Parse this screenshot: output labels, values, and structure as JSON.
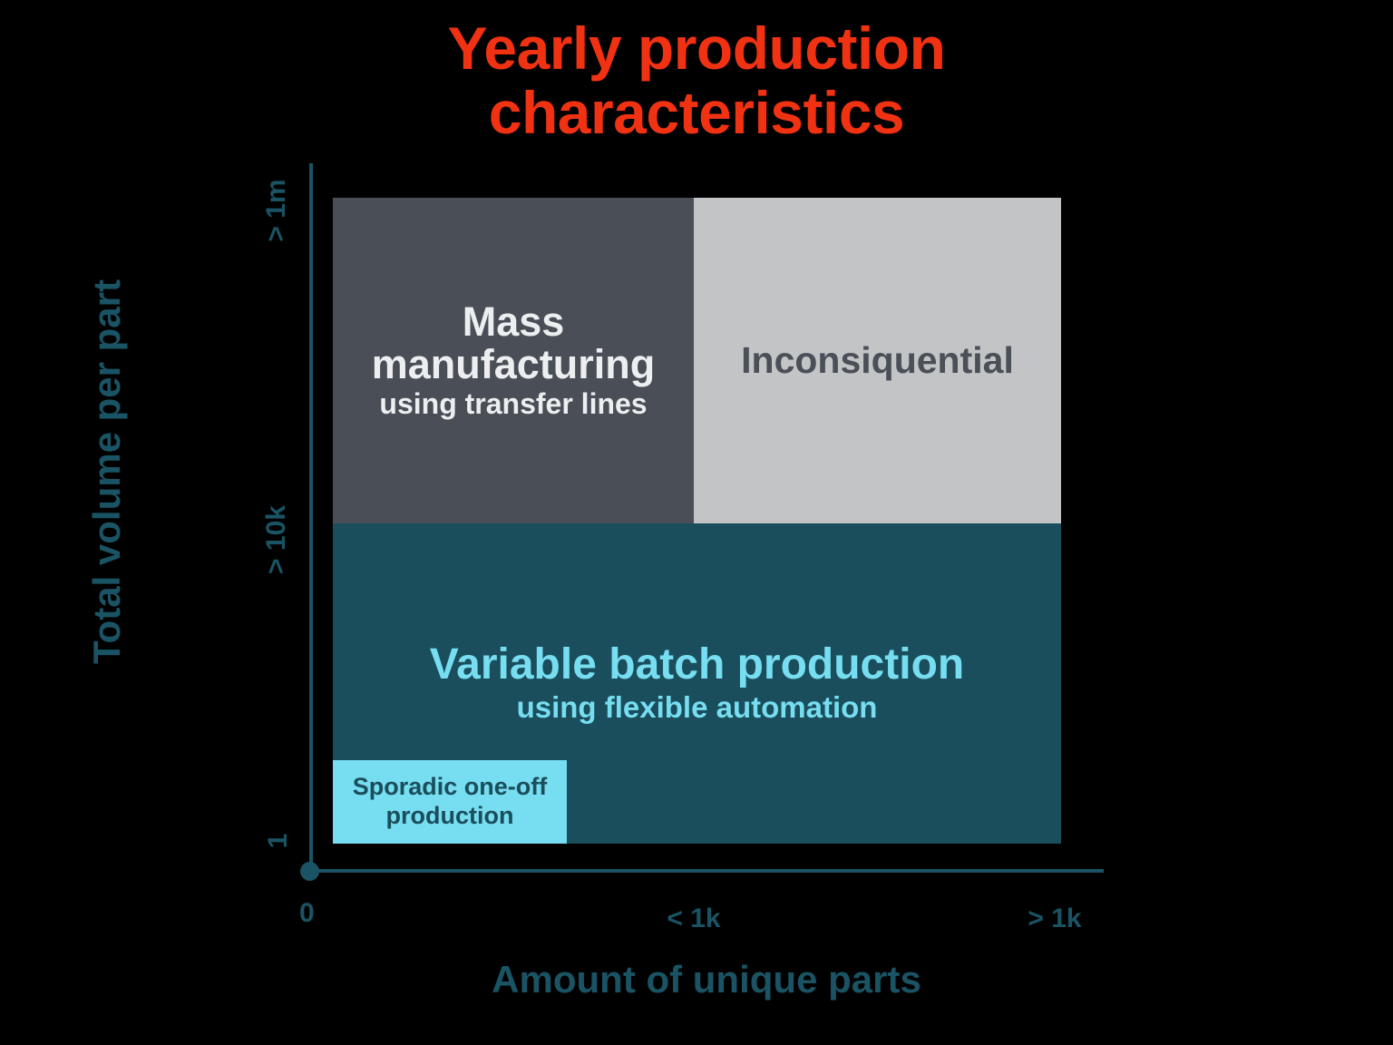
{
  "chart_data": {
    "type": "table",
    "title": "Yearly production\ncharacteristics",
    "title_color": "#F03213",
    "xlabel": "Amount of unique parts",
    "ylabel": "Total volume per part",
    "grid": false,
    "legend": "none",
    "x_ticks": [
      "0",
      "< 1k",
      "> 1k"
    ],
    "y_ticks": [
      "> 1m",
      "> 10k",
      "1"
    ],
    "axis_color": "#1A5464",
    "background": "#000000",
    "description": "Two-by-two quadrant matrix of production strategies plotted against yearly volume per part (y) and number of unique parts (x).",
    "regions": [
      {
        "name": "mass-manufacturing",
        "title": "Mass\nmanufacturing",
        "subtitle": "using transfer lines",
        "fill": "#494E57",
        "text_color": "#EDEEEF",
        "x_range": [
          "0",
          "< 1k"
        ],
        "y_range": [
          "> 10k",
          "> 1m"
        ]
      },
      {
        "name": "inconsiquential",
        "title": "Inconsiquential",
        "subtitle": "",
        "fill": "#C3C4C5",
        "text_color": "#4A4F58",
        "x_range": [
          "< 1k",
          "> 1k"
        ],
        "y_range": [
          "> 10k",
          "> 1m"
        ]
      },
      {
        "name": "variable-batch-production",
        "title": "Variable batch production",
        "subtitle": "using flexible automation",
        "fill": "#1A4E5C",
        "text_color": "#77DDF0",
        "x_range": [
          "0",
          "> 1k"
        ],
        "y_range": [
          "1",
          "> 10k"
        ]
      },
      {
        "name": "sporadic-one-off-production",
        "title": "Sporadic one-off\nproduction",
        "subtitle": "",
        "fill": "#77DDF0",
        "text_color": "#1A4E5C",
        "x_range": [
          "0",
          "< 1k"
        ],
        "y_range": [
          "1",
          "low"
        ]
      }
    ]
  },
  "title": {
    "text": "Yearly production\ncharacteristics"
  },
  "axes": {
    "y": {
      "label": "Total volume per part",
      "ticks": {
        "top": "> 1m",
        "middle": "> 10k",
        "bottom": "1"
      }
    },
    "x": {
      "label": "Amount of unique parts",
      "ticks": {
        "origin": "0",
        "middle": "< 1k",
        "right": "> 1k"
      }
    }
  },
  "quadrants": {
    "mass": {
      "title": "Mass\nmanufacturing",
      "subtitle": "using transfer lines"
    },
    "inconsiquential": {
      "title": "Inconsiquential"
    },
    "variable": {
      "title": "Variable batch production",
      "subtitle": "using flexible automation"
    },
    "sporadic": {
      "title": "Sporadic one-off\nproduction"
    }
  }
}
